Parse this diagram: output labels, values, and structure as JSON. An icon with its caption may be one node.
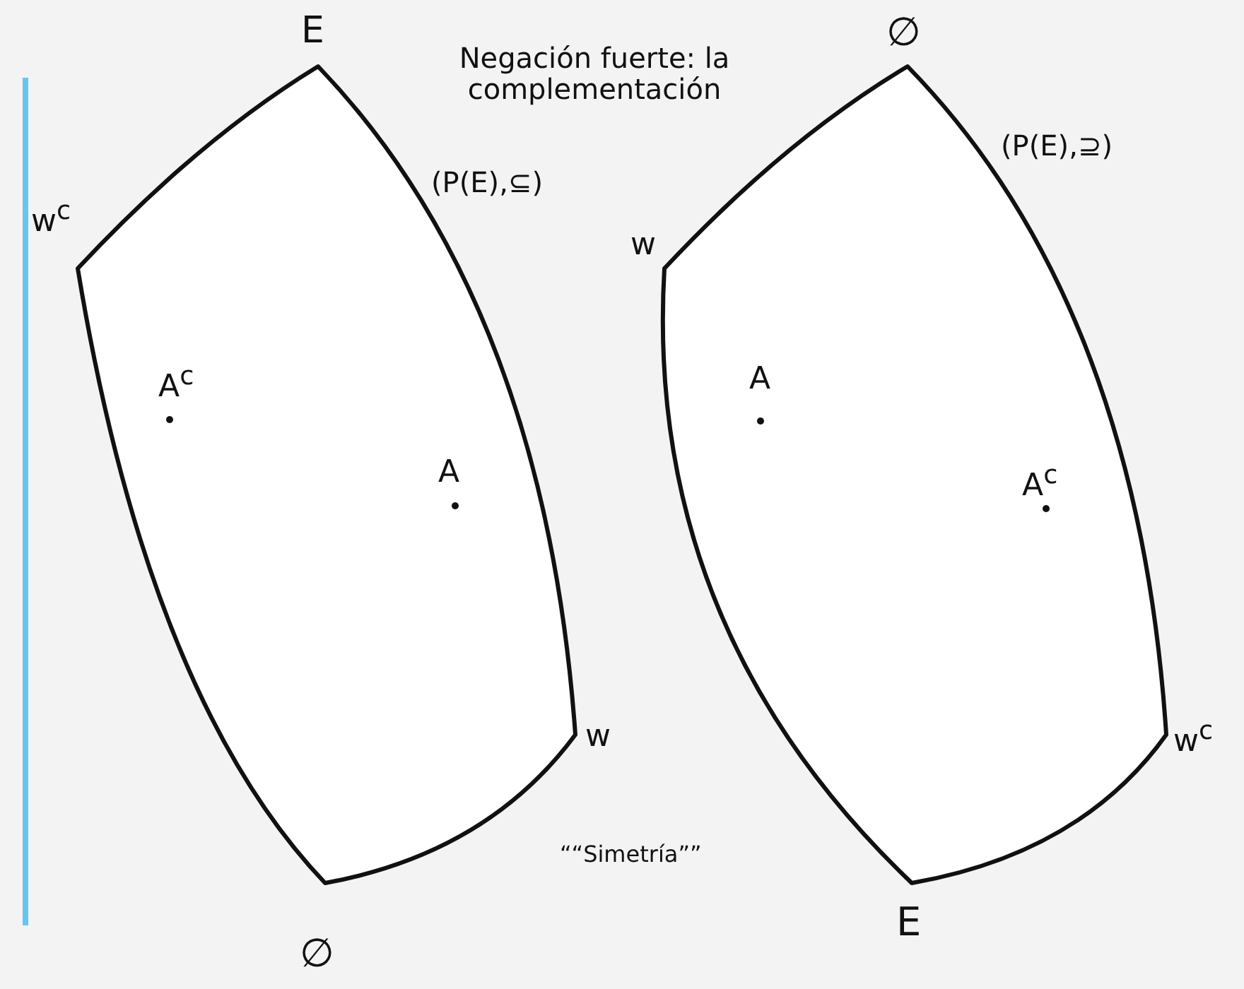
{
  "diagram": {
    "nodes": [
      {
        "text": [
          "A$^{c}$",
          "A"
        ]
      },
      {
        "text": [
          "A",
          "A$^{c}$"
        ]
      }
    ],
    "labels": [
      "E",
      "Negación fuerte: la complementación",
      "∅",
      "(P(E),⊇)",
      "(P(E),⊆)",
      "w$^{c}$",
      "w",
      "w",
      "w$^{c}$",
      "““Simetría””",
      "E",
      "∅"
    ]
  }
}
